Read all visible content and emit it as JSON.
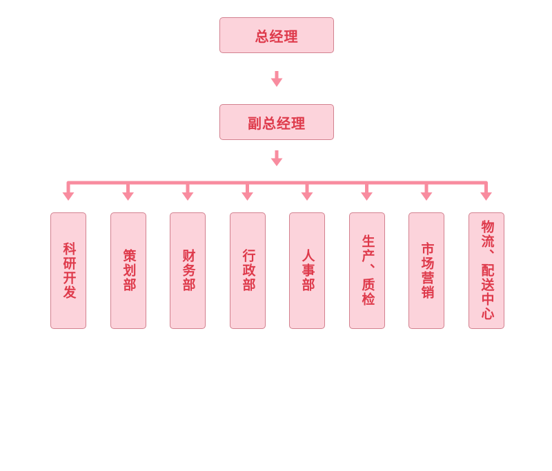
{
  "diagram": {
    "type": "org-chart",
    "root": {
      "label": "总经理"
    },
    "deputy": {
      "label": "副总经理"
    },
    "departments": [
      {
        "label": "科研开发"
      },
      {
        "label": "策划部"
      },
      {
        "label": "财务部"
      },
      {
        "label": "行政部"
      },
      {
        "label": "人事部"
      },
      {
        "label": "生产、质检"
      },
      {
        "label": "市场营销"
      },
      {
        "label": "物流、配送中心"
      }
    ],
    "colors": {
      "background": "#ffffff",
      "box_fill": "#fcd3db",
      "box_border": "#d2808e",
      "text": "#de3a4b",
      "connector": "#f88c9f"
    }
  }
}
